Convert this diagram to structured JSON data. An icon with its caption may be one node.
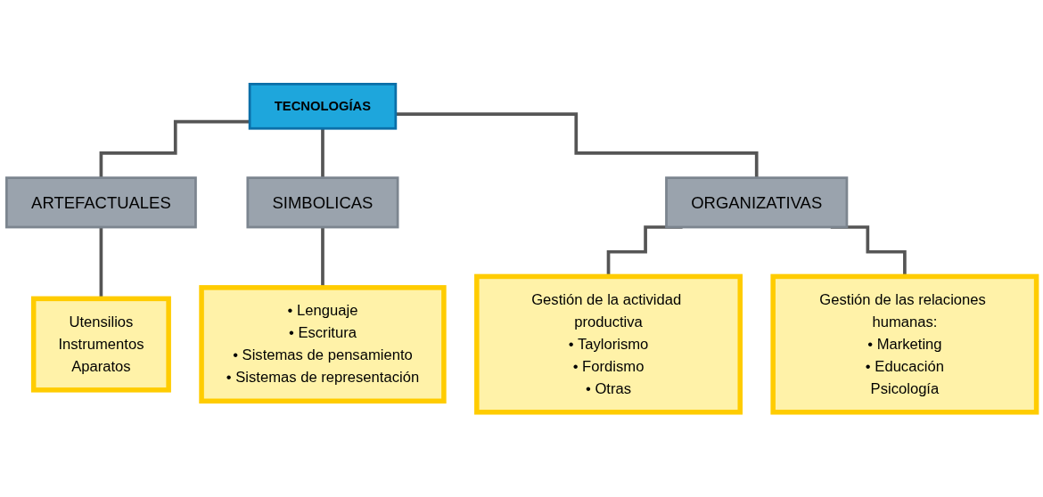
{
  "diagram": {
    "nodes": [
      {
        "text": [
          "TECNOLOGÍAS"
        ]
      },
      {
        "text": [
          "ARTEFACTUALES"
        ]
      },
      {
        "text": [
          "SIMBOLICAS"
        ]
      },
      {
        "text": [
          "ORGANIZATIVAS"
        ]
      },
      {
        "text": [
          "Utensilios",
          "Instrumentos",
          "Aparatos"
        ]
      },
      {
        "text": [
          "• Lenguaje",
          "• Escritura",
          "• Sistemas de pensamiento",
          "• Sistemas de representación"
        ]
      },
      {
        "text": [
          "Gestión de la actividad productiva",
          "• Taylorismo",
          "• Fordismo",
          "• Otras"
        ]
      },
      {
        "text": [
          "Gestión de las relaciones humanas:",
          "• Marketing",
          "• Educación",
          "Psicología"
        ]
      }
    ],
    "edges": [
      {
        "from": 0,
        "to": 1,
        "arrow": "none"
      },
      {
        "from": 0,
        "to": 2,
        "arrow": "none"
      },
      {
        "from": 0,
        "to": 3,
        "arrow": "none"
      },
      {
        "from": 1,
        "to": 4,
        "arrow": "none"
      },
      {
        "from": 2,
        "to": 5,
        "arrow": "none"
      },
      {
        "from": 3,
        "to": 6,
        "arrow": "none"
      },
      {
        "from": 3,
        "to": 7,
        "arrow": "none"
      }
    ]
  }
}
